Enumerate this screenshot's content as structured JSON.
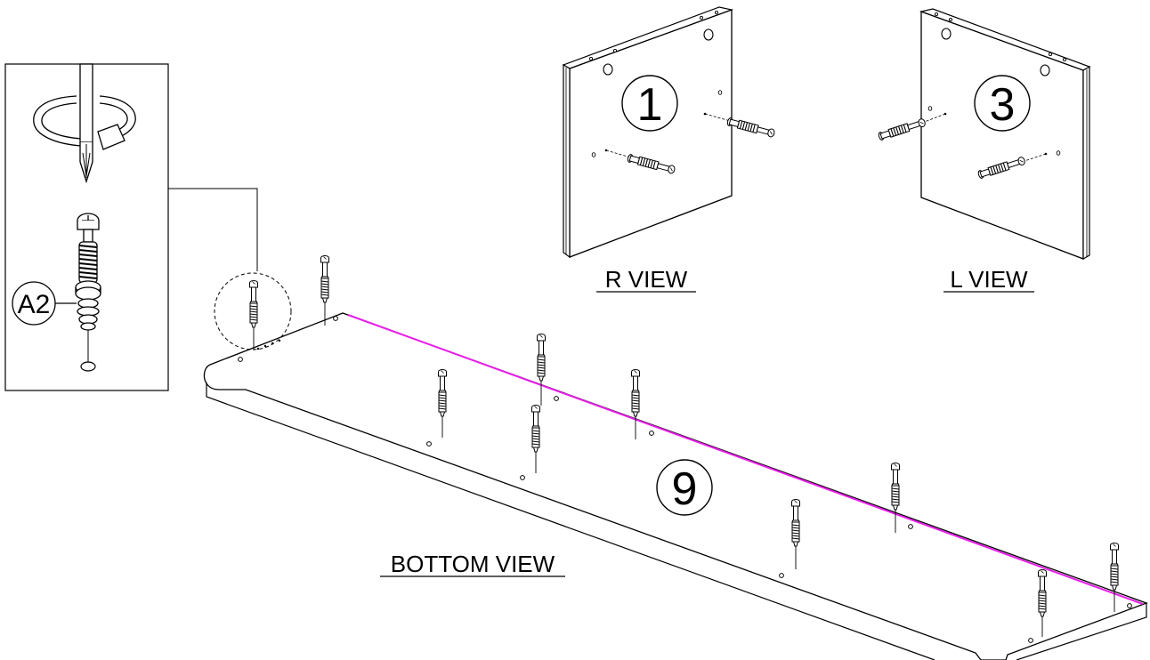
{
  "part_labels": {
    "right_panel": "1",
    "left_panel": "3",
    "bottom_panel": "9"
  },
  "view_labels": {
    "right_view": "R VIEW",
    "left_view": "L VIEW",
    "bottom_view": "BOTTOM VIEW"
  },
  "hardware": {
    "fitting_label": "A2"
  },
  "colors": {
    "line": "#000000",
    "highlight_edge": "#e81ee8",
    "background": "#ffffff"
  },
  "icons": {
    "tool": "screwdriver-icon",
    "rotation": "rotation-arrow-icon",
    "fitting": "cam-bolt-icon"
  }
}
